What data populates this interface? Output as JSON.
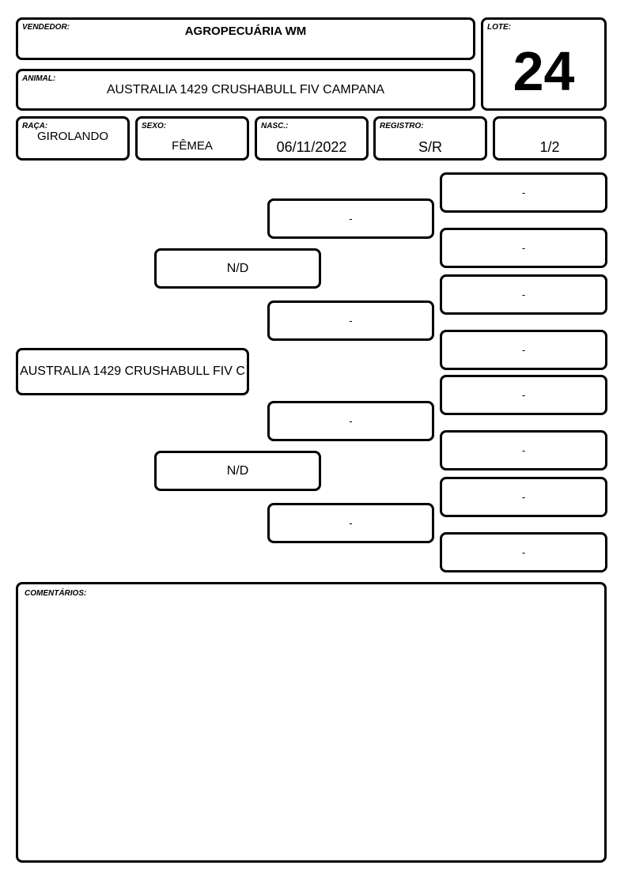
{
  "header": {
    "vendedor": {
      "label": "VENDEDOR:",
      "value": "AGROPECUÁRIA WM"
    },
    "lote": {
      "label": "LOTE:",
      "value": "24"
    },
    "animal": {
      "label": "ANIMAL:",
      "value": "AUSTRALIA 1429 CRUSHABULL FIV CAMPANA"
    }
  },
  "fields": {
    "raca": {
      "label": "RAÇA:",
      "value": "GIROLANDO"
    },
    "sexo": {
      "label": "SEXO:",
      "value": "FÊMEA"
    },
    "nasc": {
      "label": "NASC.:",
      "value": "06/11/2022"
    },
    "registro": {
      "label": "REGISTRO:",
      "value": "S/R"
    },
    "page": {
      "value": "1/2"
    }
  },
  "pedigree": {
    "animal": "AUSTRALIA 1429 CRUSHABULL FIV C",
    "sire": "N/D",
    "dam": "N/D",
    "sire_sire": "-",
    "sire_dam": "-",
    "dam_sire": "-",
    "dam_dam": "-",
    "ggp": [
      "-",
      "-",
      "-",
      "-",
      "-",
      "-",
      "-",
      "-"
    ]
  },
  "comments": {
    "label": "COMENTÁRIOS:",
    "value": ""
  }
}
